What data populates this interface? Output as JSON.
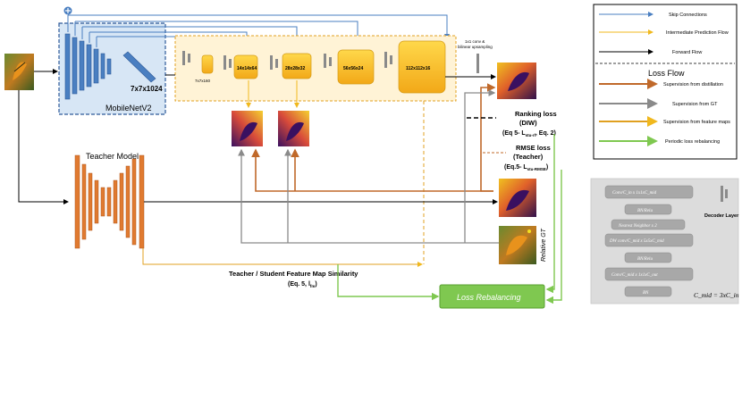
{
  "encoder": {
    "label": "MobileNetV2",
    "output_size": "7x7x1024"
  },
  "decoder_stages": [
    "7x7x160",
    "14x14x64",
    "28x28x32",
    "56x56x24",
    "112x112x16"
  ],
  "upsample_note": [
    "1x1 conv &",
    "bilinear upsampling"
  ],
  "teacher_label": "Teacher Model",
  "similarity_label": [
    "Teacher / Student Feature Map Similarity",
    "(Eq. 5, l"
  ],
  "similarity_sub": "fm",
  "similarity_close": ")",
  "ranking_label": {
    "line1": "Ranking loss",
    "line2": "(DIW)",
    "line3a": "(Eq 5- L",
    "line3_sub": "stu-rl",
    "line3b": ", Eq. 2)"
  },
  "rmse_label": {
    "line1": "RMSE loss",
    "line2": "(Teacher)",
    "line3a": "(Eq.5- L",
    "line3_sub": "stu-RMSE",
    "line3b": ")"
  },
  "relative_gt": "Relative GT",
  "loss_rebalancing": "Loss Rebalancing",
  "legend": {
    "title": "Loss Flow",
    "items": [
      "Skip Connections",
      "Intermediate Prediction Flow",
      "Forward Flow",
      "Supervision from distillation",
      "Supervision from GT",
      "Supervision from feature maps",
      "Periodic loss rebalancing"
    ]
  },
  "decoder_layer": {
    "label": "Decoder Layer",
    "blocks": [
      "Conv/C_in x 1x1xC_mid",
      "BN/Relu",
      "Nearest Neighbor x 2",
      "DW conv/C_mid x 5x5xC_mid",
      "BN/Relu",
      "Conv/C_mid x 1x1xC_out",
      "BN"
    ],
    "formula": "C_mid = 3xC_in"
  },
  "colors": {
    "skip": "#4a7fc1",
    "prediction": "#f0b81e",
    "forward": "#000000",
    "distillation": "#c0692a",
    "gt": "#8a8a8a",
    "feature": "#e0a020",
    "rebalance": "#7fc850",
    "encoder_fill": "#d7e6f5",
    "decoder_fill": "#fff3d6"
  }
}
